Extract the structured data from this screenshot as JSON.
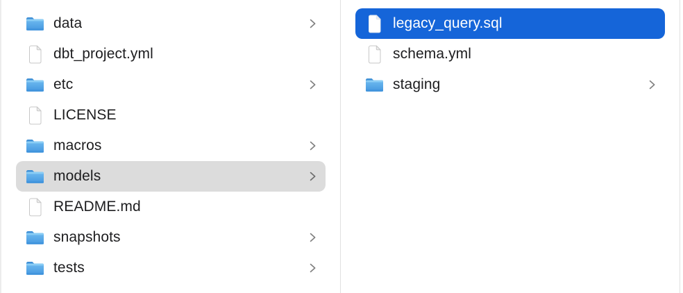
{
  "app": "finder-column-view",
  "colors": {
    "selection_active": "#1565d9",
    "selection_active_text": "#ffffff",
    "selection_inactive": "#dcdcdc",
    "text": "#1d1d1f",
    "divider": "#e0e0e0",
    "divider_light": "#ececec",
    "chevron": "#818181",
    "folder_blue_top": "#6fbbf0",
    "folder_blue_bottom": "#4497e0",
    "background": "#ffffff"
  },
  "columns": [
    {
      "name": "left",
      "items": [
        {
          "label": "data",
          "type": "folder",
          "chevron": true,
          "selected": null
        },
        {
          "label": "dbt_project.yml",
          "type": "file",
          "chevron": false,
          "selected": null
        },
        {
          "label": "etc",
          "type": "folder",
          "chevron": true,
          "selected": null
        },
        {
          "label": "LICENSE",
          "type": "file",
          "chevron": false,
          "selected": null
        },
        {
          "label": "macros",
          "type": "folder",
          "chevron": true,
          "selected": null
        },
        {
          "label": "models",
          "type": "folder",
          "chevron": true,
          "selected": "inactive"
        },
        {
          "label": "README.md",
          "type": "file",
          "chevron": false,
          "selected": null
        },
        {
          "label": "snapshots",
          "type": "folder",
          "chevron": true,
          "selected": null
        },
        {
          "label": "tests",
          "type": "folder",
          "chevron": true,
          "selected": null
        }
      ]
    },
    {
      "name": "right",
      "items": [
        {
          "label": "legacy_query.sql",
          "type": "file",
          "chevron": false,
          "selected": "active"
        },
        {
          "label": "schema.yml",
          "type": "file",
          "chevron": false,
          "selected": null
        },
        {
          "label": "staging",
          "type": "folder",
          "chevron": true,
          "selected": null
        }
      ]
    }
  ]
}
